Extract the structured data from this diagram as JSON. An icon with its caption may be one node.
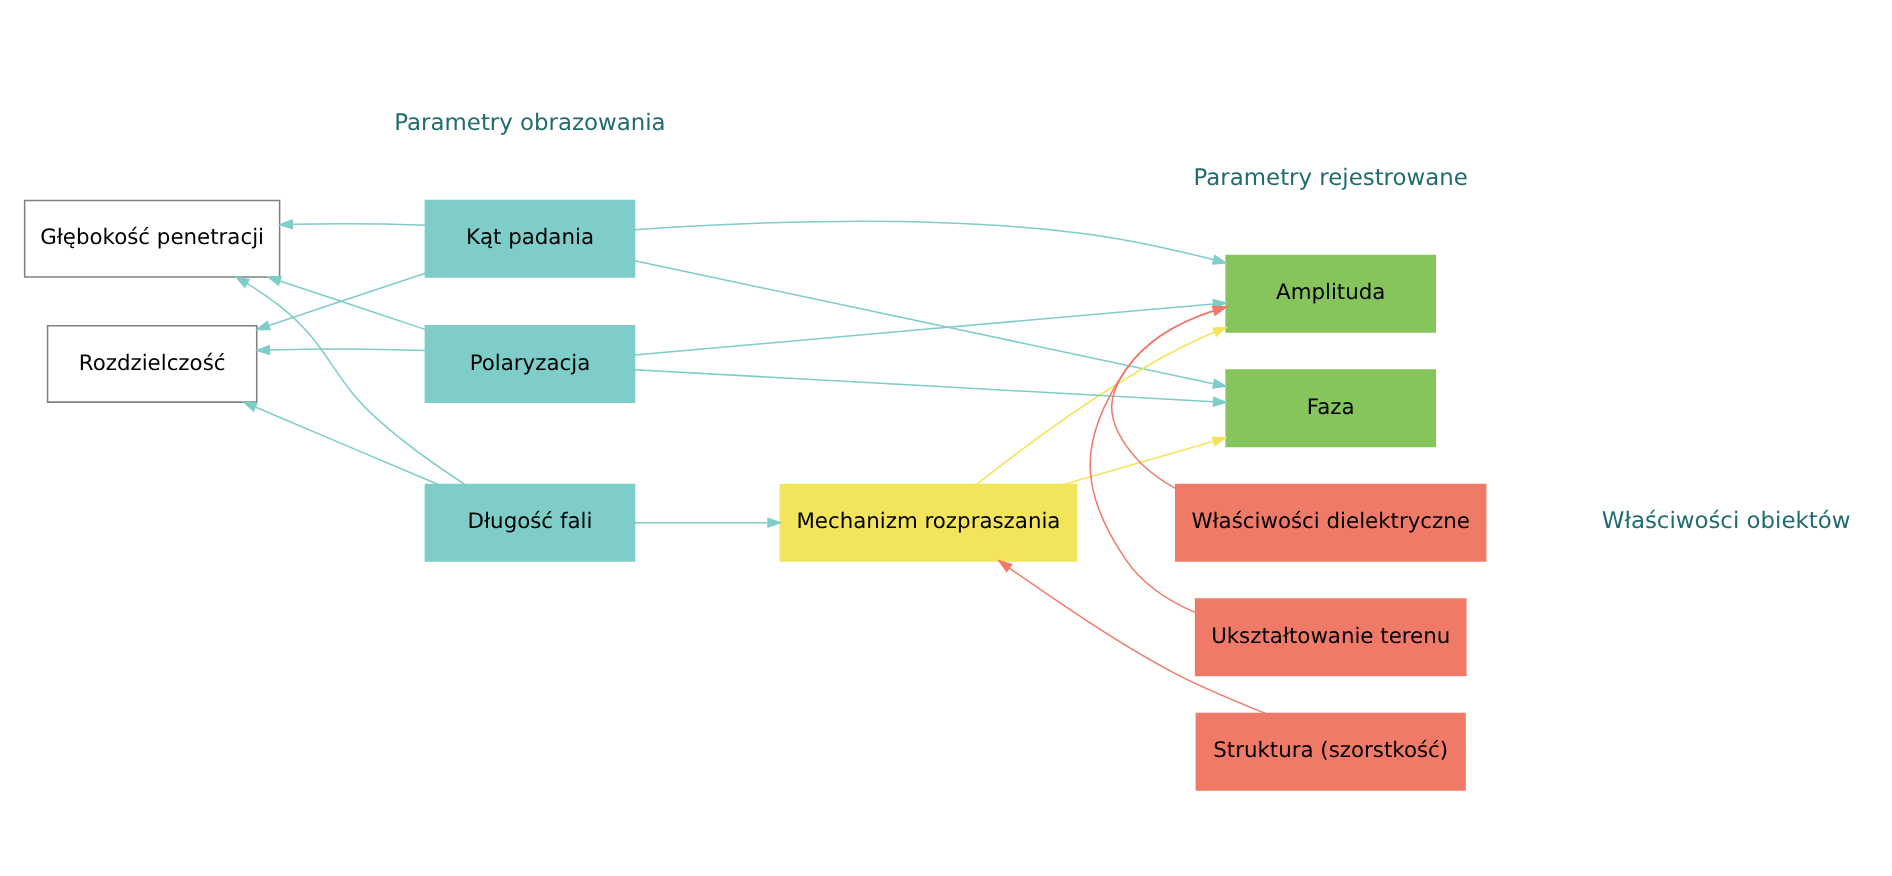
{
  "diagram": {
    "nodes": [
      {
        "text": [
          "Głębokość penetracji"
        ]
      },
      {
        "text": [
          "Kąt padania"
        ]
      },
      {
        "text": [
          "Faza"
        ]
      },
      {
        "text": [
          "Długość fali"
        ]
      },
      {
        "text": [
          "Mechanizm rozpraszania"
        ]
      },
      {
        "text": [
          "Rozdzielczość"
        ]
      },
      {
        "text": [
          "Polaryzacja"
        ]
      },
      {
        "text": [
          "Amplituda"
        ]
      },
      {
        "text": [
          "Struktura (szorstkość)"
        ]
      },
      {
        "text": [
          "Właściwości dielektryczne"
        ]
      },
      {
        "text": [
          "Ukształtowanie terenu"
        ]
      }
    ],
    "edges": [
      {
        "from": 1,
        "to": 0,
        "arrow": "to"
      },
      {
        "from": 1,
        "to": 5,
        "arrow": "to"
      },
      {
        "from": 3,
        "to": 0,
        "arrow": "to"
      },
      {
        "from": 3,
        "to": 5,
        "arrow": "to"
      },
      {
        "from": 6,
        "to": 0,
        "arrow": "to"
      },
      {
        "from": 6,
        "to": 5,
        "arrow": "to"
      },
      {
        "from": 1,
        "to": 2,
        "arrow": "to"
      },
      {
        "from": 1,
        "to": 7,
        "arrow": "to"
      },
      {
        "from": 3,
        "to": 4,
        "arrow": "to"
      },
      {
        "from": 6,
        "to": 2,
        "arrow": "to"
      },
      {
        "from": 6,
        "to": 7,
        "arrow": "to"
      },
      {
        "from": 4,
        "to": 2,
        "arrow": "to",
        "color": "#f2e55c"
      },
      {
        "from": 4,
        "to": 7,
        "arrow": "to",
        "color": "#f2e55c"
      },
      {
        "from": 8,
        "to": 4,
        "arrow": "to",
        "color": "#f07a68"
      },
      {
        "from": 9,
        "to": 7,
        "arrow": "to",
        "color": "#f07a68"
      },
      {
        "from": 10,
        "to": 7,
        "arrow": "to",
        "color": "#f07a68"
      }
    ],
    "labels": [
      "Parametry obrazowania",
      "Parametry rejestrowane",
      "Właściwości obiektów"
    ]
  }
}
